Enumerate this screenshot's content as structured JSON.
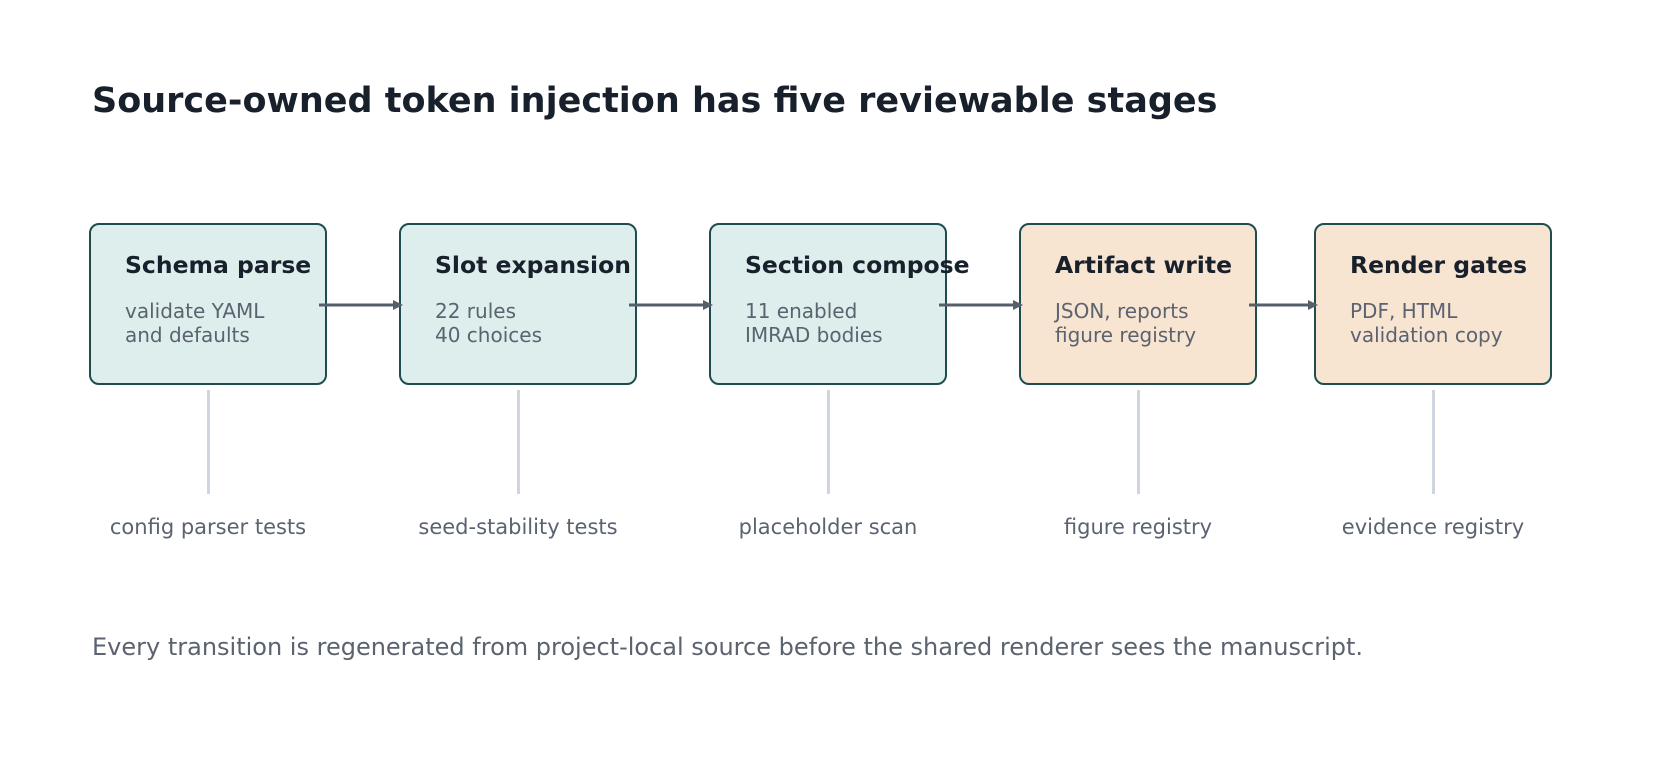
{
  "title": "Source-owned token injection has five reviewable stages",
  "colors": {
    "stage_fill_early": "#ddeeec",
    "stage_fill_late": "#f7e4d1",
    "stage_border": "#1f4d4f",
    "arrow": "#555f6b",
    "connector": "#cfd6df",
    "title_text": "#17202b",
    "muted_text": "#5b6370"
  },
  "stages": [
    {
      "title": "Schema parse",
      "lines": [
        "validate YAML",
        "and defaults"
      ],
      "check": "config parser tests",
      "fill": "stage_fill_early"
    },
    {
      "title": "Slot expansion",
      "lines": [
        "22 rules",
        "40 choices"
      ],
      "check": "seed-stability tests",
      "fill": "stage_fill_early"
    },
    {
      "title": "Section compose",
      "lines": [
        "11 enabled",
        "IMRAD bodies"
      ],
      "check": "placeholder scan",
      "fill": "stage_fill_early"
    },
    {
      "title": "Artifact write",
      "lines": [
        "JSON, reports",
        "figure registry"
      ],
      "check": "figure registry",
      "fill": "stage_fill_late"
    },
    {
      "title": "Render gates",
      "lines": [
        "PDF, HTML",
        "validation copy"
      ],
      "check": "evidence registry",
      "fill": "stage_fill_late"
    }
  ],
  "footnote": "Every transition is regenerated from project-local source before the shared renderer sees the manuscript."
}
